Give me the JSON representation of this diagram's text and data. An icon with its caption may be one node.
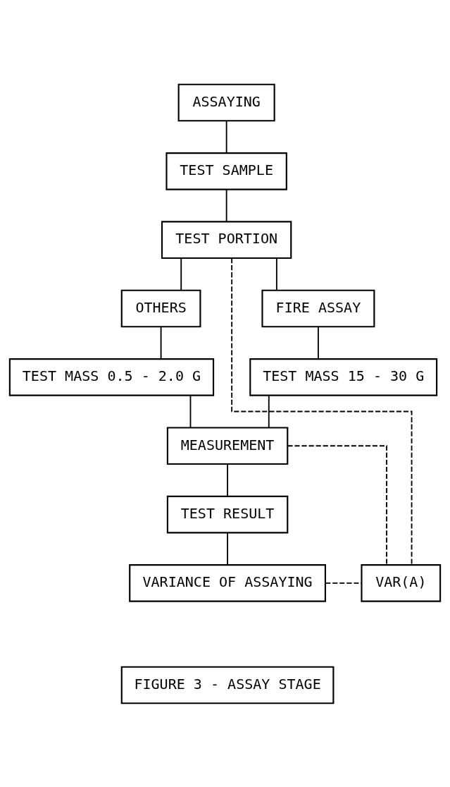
{
  "diagram": {
    "nodes": [
      {
        "text": [
          "ASSAYING"
        ]
      },
      {
        "text": [
          "TEST SAMPLE"
        ]
      },
      {
        "text": [
          "TEST PORTION"
        ]
      },
      {
        "text": [
          "OTHERS"
        ]
      },
      {
        "text": [
          "FIRE ASSAY"
        ]
      },
      {
        "text": [
          "TEST MASS 0.5 - 2.0 G"
        ]
      },
      {
        "text": [
          "TEST MASS 15 - 30 G"
        ]
      },
      {
        "text": [
          "MEASUREMENT"
        ]
      },
      {
        "text": [
          "TEST RESULT"
        ]
      },
      {
        "text": [
          "VARIANCE OF ASSAYING"
        ]
      },
      {
        "text": [
          "VAR(A)"
        ]
      },
      {
        "text": [
          "FIGURE 3 - ASSAY STAGE"
        ]
      }
    ],
    "edges": [
      {
        "from": 0,
        "to": 1,
        "arrow": "none"
      },
      {
        "from": 1,
        "to": 2,
        "arrow": "none"
      },
      {
        "from": 2,
        "to": 3,
        "arrow": "none"
      },
      {
        "from": 2,
        "to": 4,
        "arrow": "none"
      },
      {
        "from": 3,
        "to": 5,
        "arrow": "none"
      },
      {
        "from": 4,
        "to": 6,
        "arrow": "none"
      },
      {
        "from": 5,
        "to": 7,
        "arrow": "none"
      },
      {
        "from": 6,
        "to": 7,
        "arrow": "none"
      },
      {
        "from": 7,
        "to": 8,
        "arrow": "none"
      },
      {
        "from": 8,
        "to": 9,
        "arrow": "none"
      },
      {
        "from": 9,
        "to": 10,
        "arrow": "none",
        "style": "dashed"
      },
      {
        "from": 2,
        "to": 10,
        "arrow": "none",
        "style": "dashed"
      },
      {
        "from": 7,
        "to": 10,
        "arrow": "none",
        "style": "dashed"
      }
    ]
  }
}
